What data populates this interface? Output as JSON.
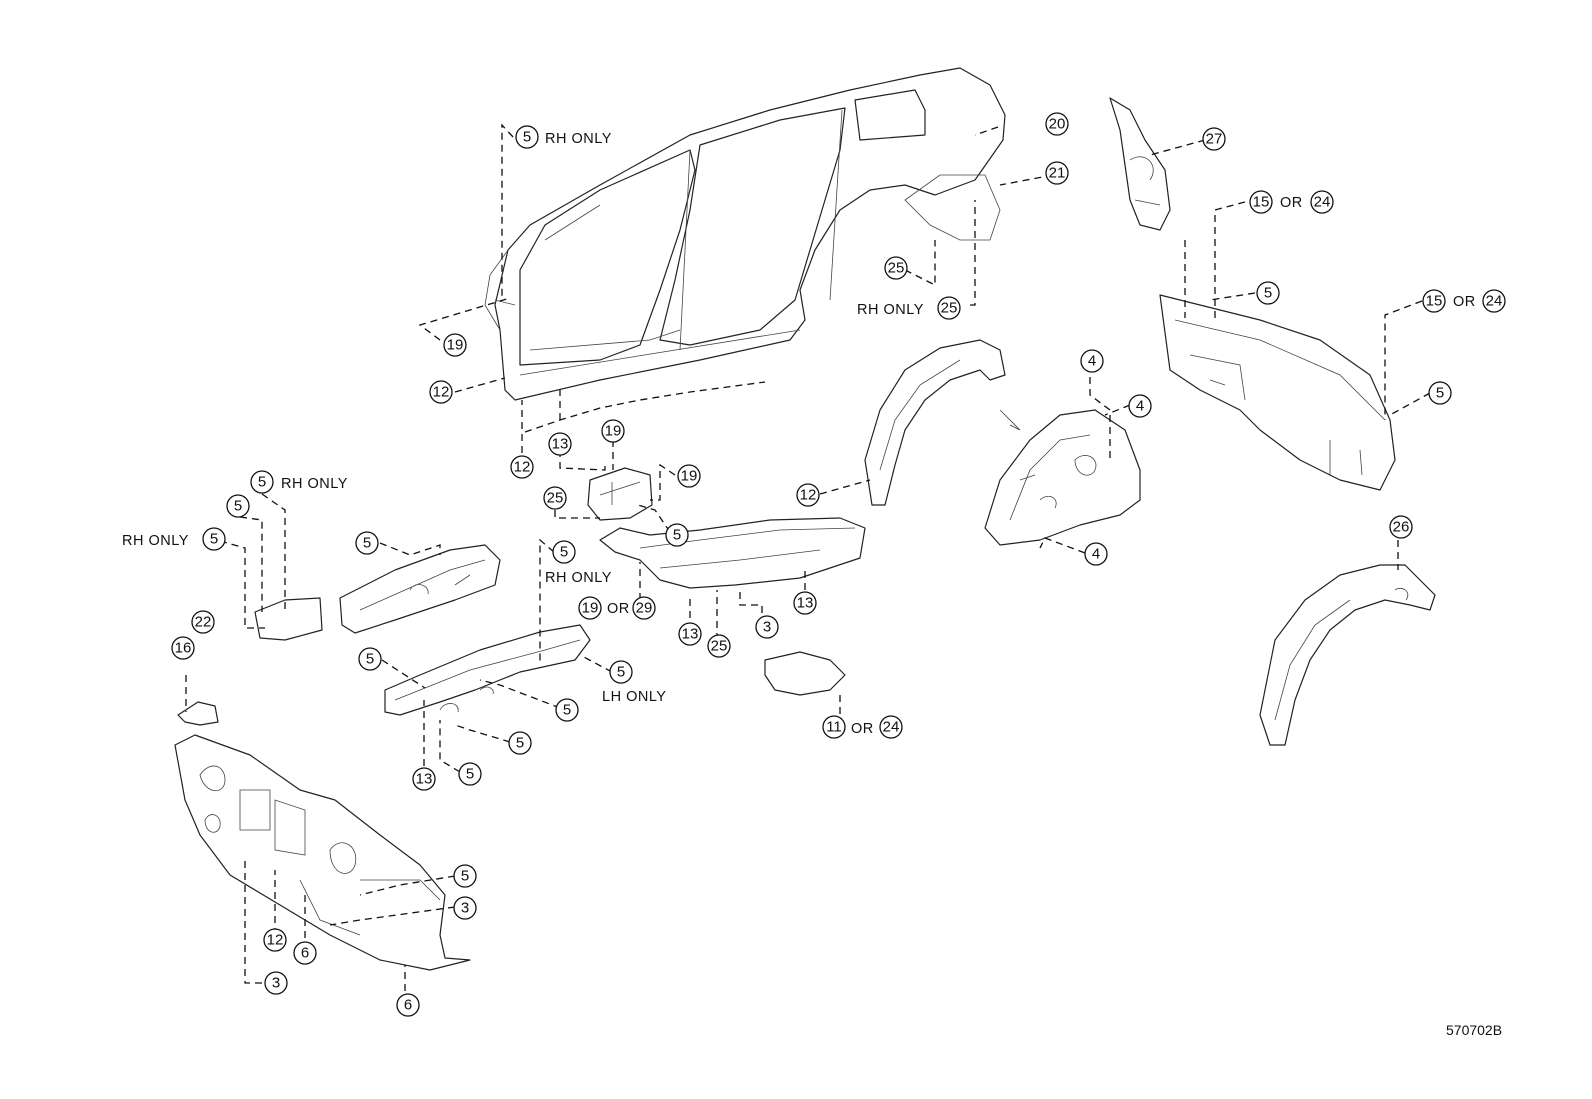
{
  "diagram_code": "570702B",
  "notes": {
    "rh_only": "RH ONLY",
    "lh_only": "LH ONLY",
    "or": "OR"
  },
  "callouts": {
    "n3": "3",
    "n4": "4",
    "n5": "5",
    "n6": "6",
    "n11": "11",
    "n12": "12",
    "n13": "13",
    "n15": "15",
    "n16": "16",
    "n19": "19",
    "n20": "20",
    "n21": "21",
    "n22": "22",
    "n24": "24",
    "n25": "25",
    "n26": "26",
    "n27": "27",
    "n29": "29"
  }
}
